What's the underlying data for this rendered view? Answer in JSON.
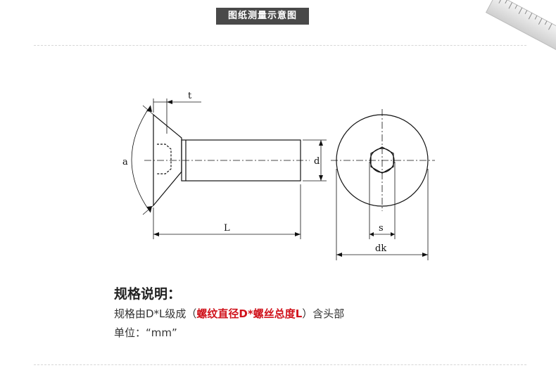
{
  "header": {
    "title": "图纸测量示意图"
  },
  "drawing": {
    "labels": {
      "t": "t",
      "a": "a",
      "d": "d",
      "L": "L",
      "s": "s",
      "dk": "dk"
    }
  },
  "spec": {
    "title": "规格说明：",
    "line_prefix": "规格由D*L级成（",
    "line_highlight": "螺纹直径D*螺丝总度L",
    "line_suffix": "）含头部",
    "unit": "单位：“mm”"
  },
  "colors": {
    "badge_bg": "#494949",
    "highlight": "#d0121b",
    "line": "#111111"
  }
}
